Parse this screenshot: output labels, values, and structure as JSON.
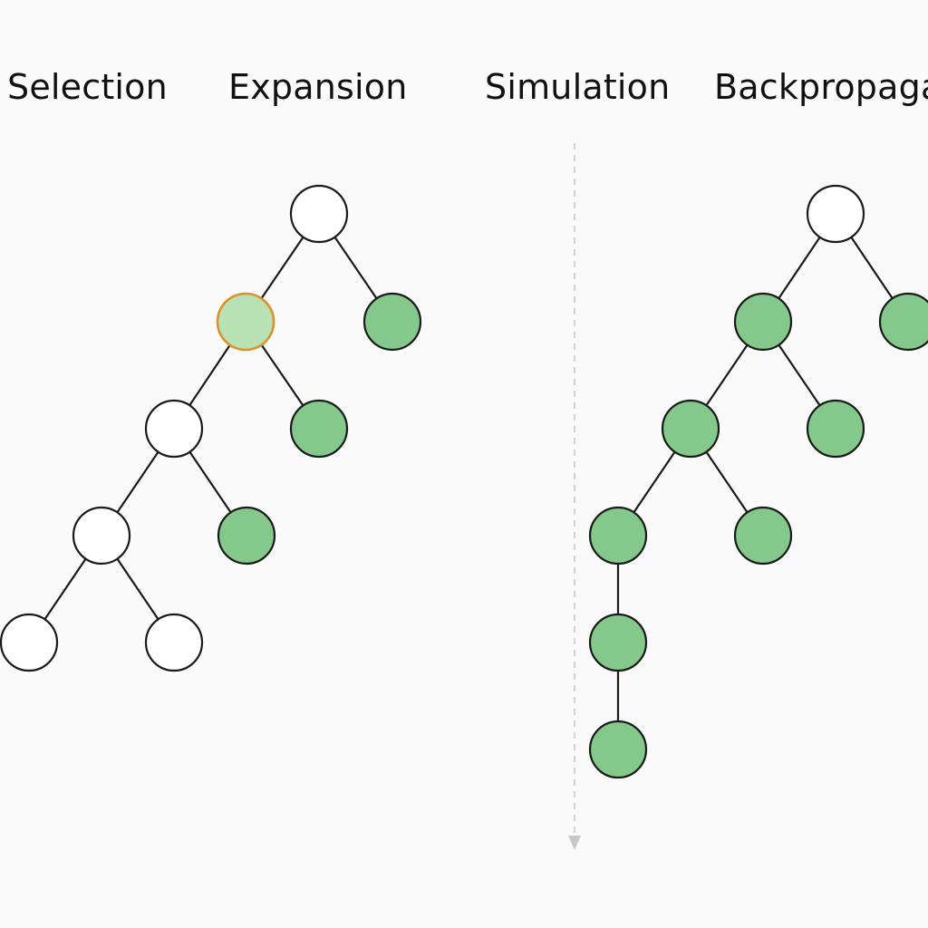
{
  "stages": {
    "selection": "Selection",
    "expansion": "Expansion",
    "simulation": "Simulation",
    "backpropagation": "Backpropaga"
  },
  "colors": {
    "background": "#fafafa",
    "edge": "#1a1a1a",
    "node_plain_fill": "#ffffff",
    "node_visited_fill": "#84c98b",
    "node_selected_fill": "#b8e2b4",
    "node_selected_stroke": "#e0902a",
    "rollout_arrow": "#c8c8c8"
  }
}
